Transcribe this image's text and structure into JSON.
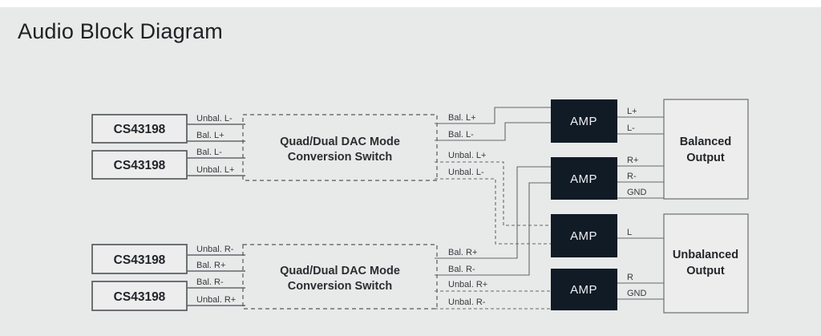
{
  "page": {
    "title": "Audio Block Diagram"
  },
  "colors": {
    "background": "#e8e9e9",
    "topbar": "#ffffff",
    "amp_fill": "#111b25",
    "amp_text": "#eef1f3",
    "wire": "#64676b",
    "box_border": "#4e5256",
    "label_text": "#36393d"
  },
  "chip": {
    "label": "CS43198"
  },
  "switch": {
    "line1": "Quad/Dual DAC Mode",
    "line2": "Conversion Switch"
  },
  "amp": {
    "label": "AMP"
  },
  "outputs": {
    "balanced": {
      "line1": "Balanced",
      "line2": "Output"
    },
    "unbalanced": {
      "line1": "Unbalanced",
      "line2": "Output"
    }
  },
  "labels": {
    "cs_top": [
      "Unbal. L-",
      "Bal. L+",
      "Bal. L-",
      "Unbal. L+"
    ],
    "cs_bottom": [
      "Unbal. R-",
      "Bal. R+",
      "Bal. R-",
      "Unbal. R+"
    ],
    "switch_top_out": [
      "Bal. L+",
      "Bal. L-",
      "Unbal. L+",
      "Unbal. L-"
    ],
    "switch_bottom_out": [
      "Bal. R+",
      "Bal. R-",
      "Unbal. R+",
      "Unbal. R-"
    ],
    "balanced_pins": [
      "L+",
      "L-",
      "R+",
      "R-",
      "GND"
    ],
    "unbalanced_pins": [
      "L",
      "R",
      "GND"
    ]
  }
}
